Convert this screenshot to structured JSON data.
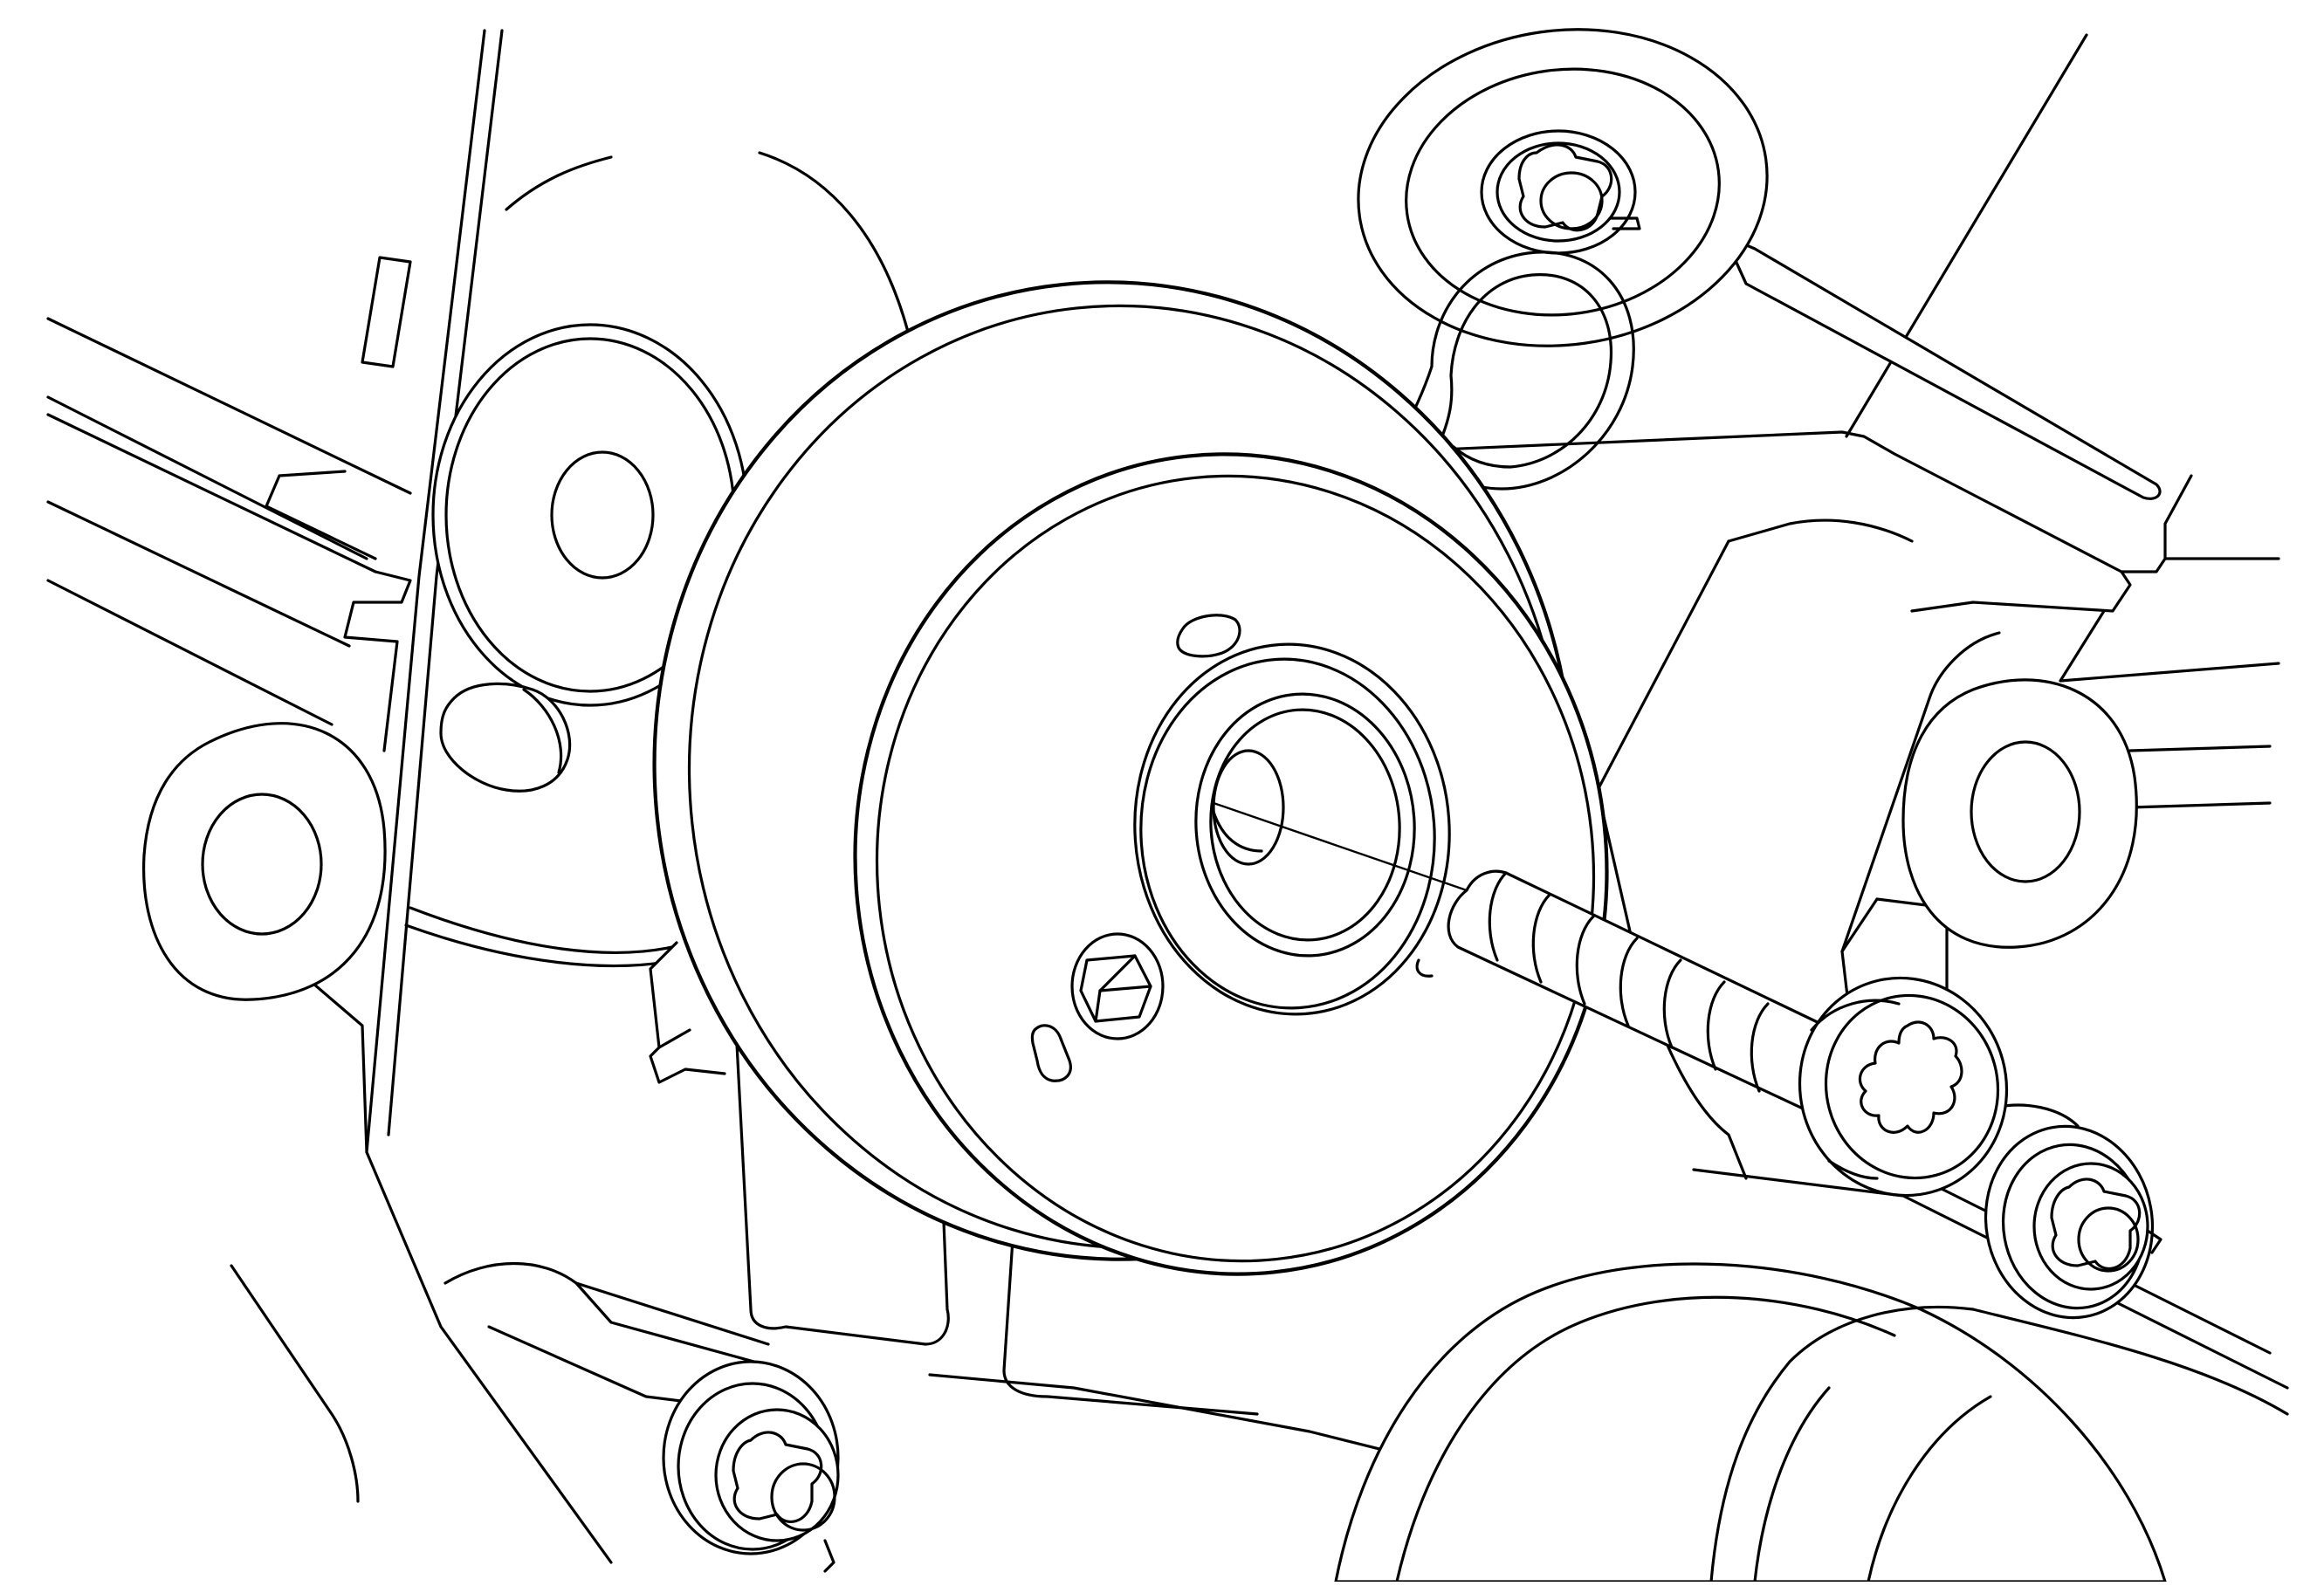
{
  "diagram": {
    "style": "black line drawing on white background",
    "line_color": "#000000",
    "background_color": "#ffffff",
    "components": [
      "engine-housing",
      "idler-pulley-upper-left",
      "idler-pulley-left",
      "mount-boss-right",
      "tensioner-pulley",
      "tensioner-hub",
      "hex-adjuster",
      "fixing-bolt",
      "torx-bolt-upper",
      "torx-bolt-lower-left",
      "torx-bolt-lower-right",
      "retaining-ring",
      "pulley-lower-right"
    ]
  }
}
